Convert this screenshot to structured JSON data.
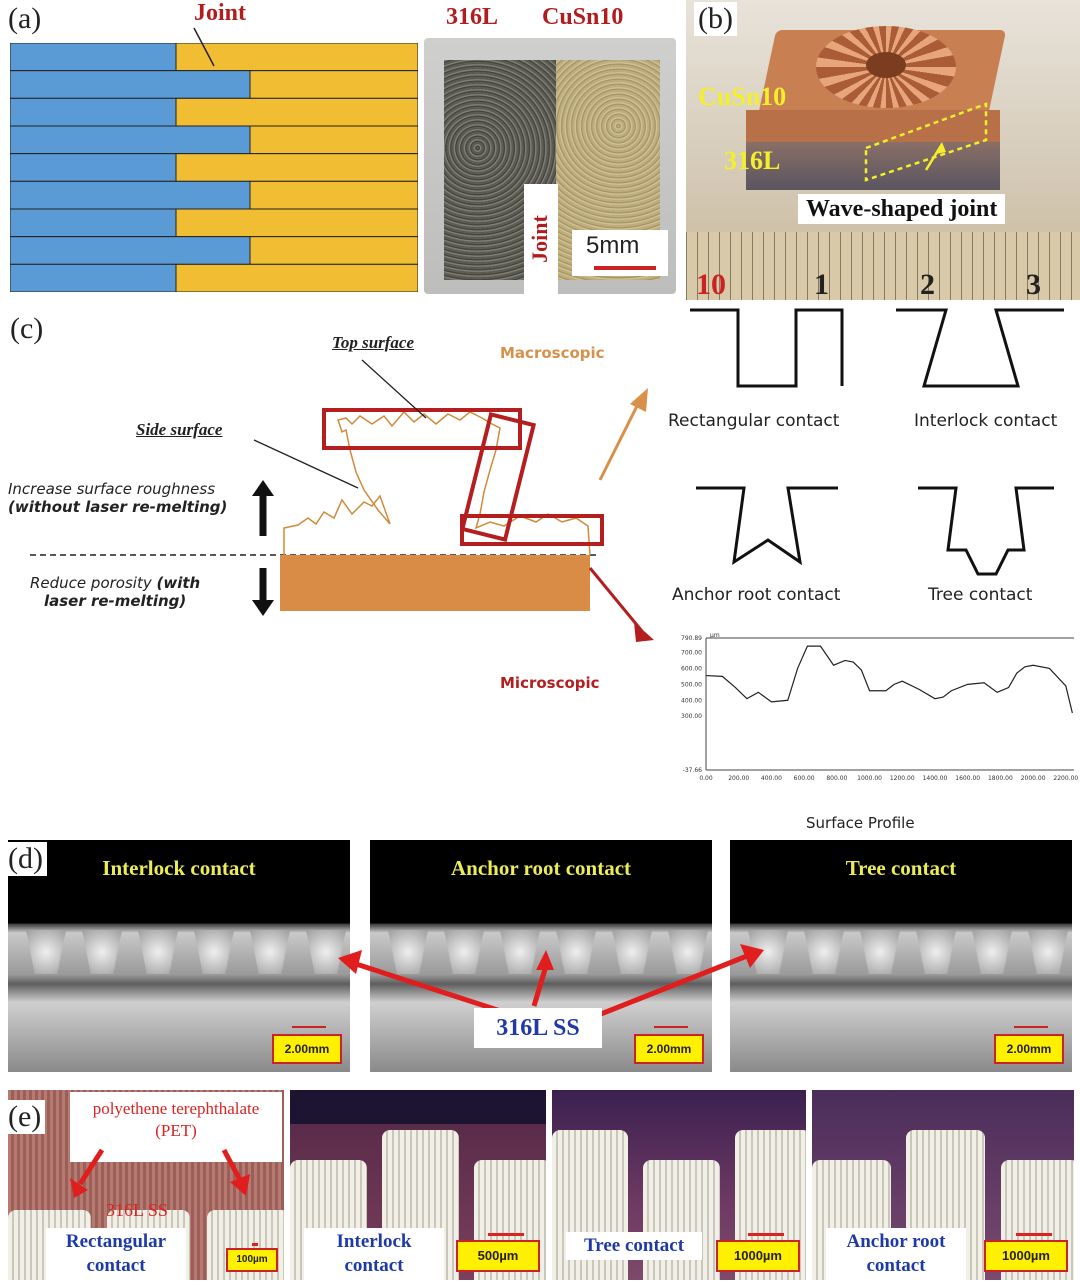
{
  "panels": {
    "a": "(a)",
    "b": "(b)",
    "c": "(c)",
    "d": "(d)",
    "e": "(e)"
  },
  "panel_a": {
    "joint_label": "Joint",
    "stripe_count": 9,
    "colors": {
      "blue": "#5b9bd5",
      "yellow": "#f0bd33"
    },
    "photo_label_316l": "316L",
    "photo_label_cusn10": "CuSn10",
    "photo_joint_label": "Joint",
    "scale_label": "5mm"
  },
  "panel_b": {
    "label_cusn10": "CuSn10",
    "label_316l": "316L",
    "joint_label": "Wave-shaped joint",
    "ruler_numbers": [
      "10",
      "1",
      "2",
      "3"
    ]
  },
  "panel_c": {
    "top_surface": "Top surface",
    "side_surface": "Side surface",
    "increase_text": "Increase surface roughness",
    "increase_note": "(without laser re-melting)",
    "reduce_text": "Reduce porosity",
    "reduce_note": "(with",
    "reduce_note2": "laser re-melting)",
    "macroscopic": "Macroscopic",
    "microscopic": "Microscopic",
    "contacts": [
      "Rectangular contact",
      "Interlock contact",
      "Anchor root contact",
      "Tree contact"
    ],
    "profile_caption": "Surface Profile",
    "colors": {
      "orange": "#d7914a",
      "red": "#b41e1e"
    }
  },
  "chart_data": {
    "type": "line",
    "title": "",
    "xlabel": "",
    "ylabel": "",
    "yunit": "µm",
    "xlim": [
      0,
      2250
    ],
    "ylim": [
      -37.66,
      790.89
    ],
    "x_ticks": [
      "0.00",
      "200.00",
      "400.00",
      "600.00",
      "800.00",
      "1000.00",
      "1200.00",
      "1400.00",
      "1600.00",
      "1800.00",
      "2000.00",
      "2200.00"
    ],
    "y_ticks": [
      "790.89",
      "700.00",
      "600.00",
      "500.00",
      "400.00",
      "300.00",
      "-37.66"
    ],
    "series": [
      {
        "x": [
          0,
          100,
          180,
          250,
          320,
          400,
          500,
          560,
          620,
          700,
          780,
          850,
          900,
          950,
          1000,
          1050,
          1100,
          1150,
          1200,
          1300,
          1400,
          1450,
          1500,
          1600,
          1700,
          1780,
          1850,
          1900,
          1950,
          2000,
          2100,
          2200,
          2240
        ],
        "y": [
          555,
          550,
          480,
          410,
          450,
          390,
          400,
          600,
          740,
          740,
          620,
          650,
          640,
          590,
          460,
          460,
          460,
          500,
          520,
          470,
          410,
          420,
          460,
          500,
          510,
          450,
          480,
          570,
          610,
          620,
          600,
          490,
          320
        ]
      }
    ]
  },
  "panel_d": {
    "titles": [
      "Interlock contact",
      "Anchor root contact",
      "Tree contact"
    ],
    "scales": [
      "2.00mm",
      "2.00mm",
      "2.00mm"
    ],
    "center_label": "316L SS"
  },
  "panel_e": {
    "pet_line1": "polyethene terephthalate",
    "pet_line2": "(PET)",
    "ss_label": "316L SS",
    "labels": [
      [
        "Rectangular",
        "contact"
      ],
      [
        "Interlock",
        "contact"
      ],
      [
        "Tree contact"
      ],
      [
        "Anchor root",
        "contact"
      ]
    ],
    "scales": [
      "100µm",
      "500µm",
      "1000µm",
      "1000µm"
    ]
  }
}
